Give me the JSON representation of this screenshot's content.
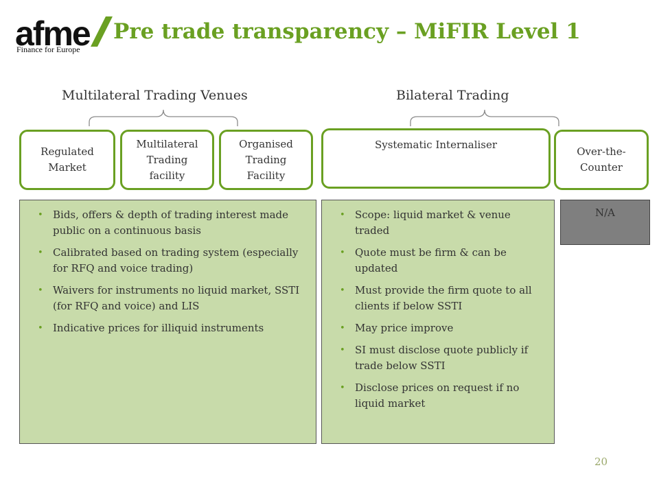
{
  "logo": {
    "word": "afme",
    "subtitle": "Finance for Europe"
  },
  "title": "Pre trade transparency – MiFIR Level 1",
  "headings": {
    "multilateral": "Multilateral Trading Venues",
    "bilateral": "Bilateral Trading"
  },
  "venues": {
    "regulated": "Regulated Market",
    "mtf": "Multilateral Trading facility",
    "otf": "Organised Trading Facility",
    "si": "Systematic Internaliser",
    "otc": "Over-the-Counter"
  },
  "multilateral_points": [
    "Bids, offers & depth of trading interest made public on a continuous basis",
    "Calibrated based on trading system (especially for RFQ and voice trading)",
    "Waivers for instruments no liquid market, SSTI (for RFQ and voice) and LIS",
    "Indicative prices for illiquid instruments"
  ],
  "si_points": [
    "Scope: liquid market & venue traded",
    "Quote must be firm & can be updated",
    "Must provide the firm quote to all clients if below SSTI",
    "May price improve",
    "SI must disclose quote publicly if trade below SSTI",
    "Disclose prices on request if no liquid market"
  ],
  "otc_note": "N/A",
  "page_number": "20",
  "colors": {
    "accent_green": "#6aa022",
    "panel_green": "#c8dbaa",
    "panel_grey": "#7f7f7f",
    "text": "#333333"
  }
}
